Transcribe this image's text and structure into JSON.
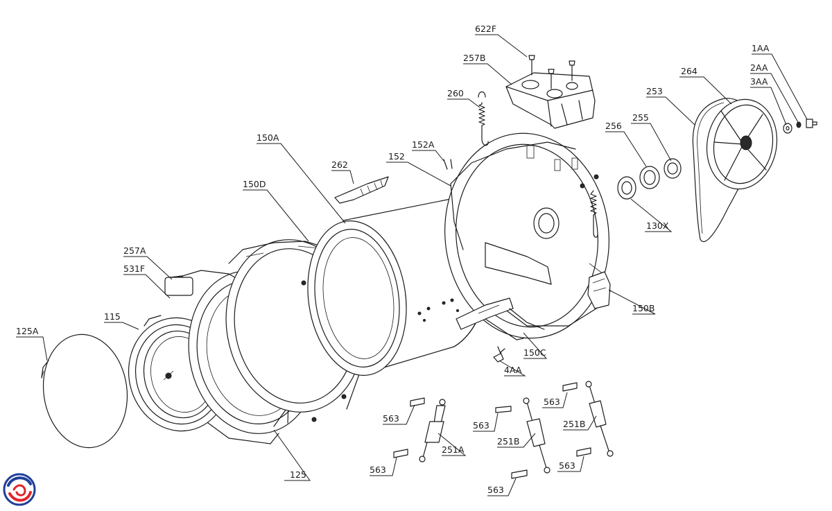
{
  "labels": {
    "l622F": "622F",
    "l257B": "257B",
    "l260": "260",
    "l152A": "152A",
    "l152": "152",
    "l150A": "150A",
    "l262": "262",
    "l150D": "150D",
    "l257A": "257A",
    "l531F": "531F",
    "l115": "115",
    "l125A": "125A",
    "l125": "125",
    "l264": "264",
    "l253": "253",
    "l256": "256",
    "l255": "255",
    "l130X": "130X",
    "l1AA": "1AA",
    "l2AA": "2AA",
    "l3AA": "3AA",
    "l150B": "150B",
    "l150C": "150C",
    "l4AA": "4AA",
    "l563a": "563",
    "l563b": "563",
    "l563c": "563",
    "l563d": "563",
    "l563e": "563",
    "l563f": "563",
    "l251A": "251A",
    "l251Ba": "251B",
    "l251Bb": "251B"
  },
  "logo": {
    "colors": [
      "#1f3f9a",
      "#e0252b"
    ]
  }
}
